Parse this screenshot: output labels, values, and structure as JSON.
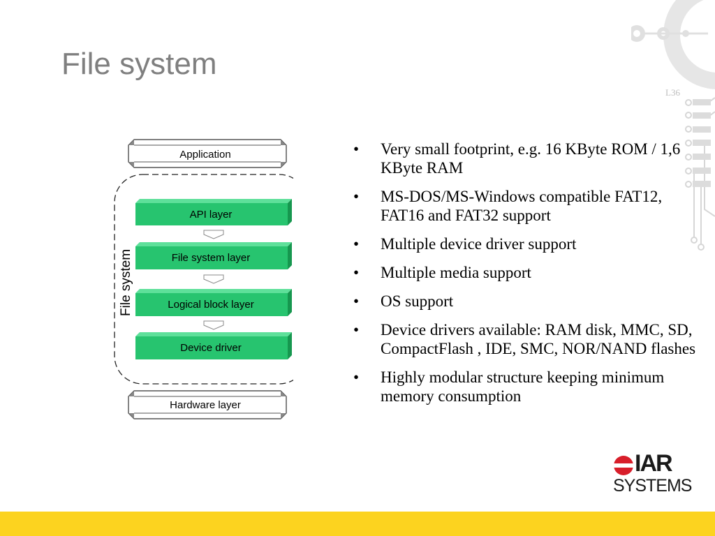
{
  "slide": {
    "title": "File system",
    "slide_number": "L36",
    "colors": {
      "accent_green": "#27c46f",
      "footer_yellow": "#fcd31f",
      "title_gray": "#7f7f7f"
    }
  },
  "diagram": {
    "application_label": "Application",
    "group_label": "File system",
    "layers": [
      "API layer",
      "File system layer",
      "Logical block layer",
      "Device driver"
    ],
    "hardware_label": "Hardware layer"
  },
  "bullets": [
    "Very small footprint, e.g. 16 KByte ROM / 1,6 KByte RAM",
    "MS-DOS/MS-Windows compatible FAT12, FAT16 and FAT32 support",
    "Multiple device driver support",
    "Multiple media support",
    "OS support",
    "Device drivers available: RAM disk, MMC, SD, CompactFlash , IDE, SMC, NOR/NAND flashes",
    "Highly modular structure keeping minimum memory consumption"
  ],
  "bullet_symbol": "•",
  "logo": {
    "brand": "IAR",
    "subtitle": "SYSTEMS"
  }
}
